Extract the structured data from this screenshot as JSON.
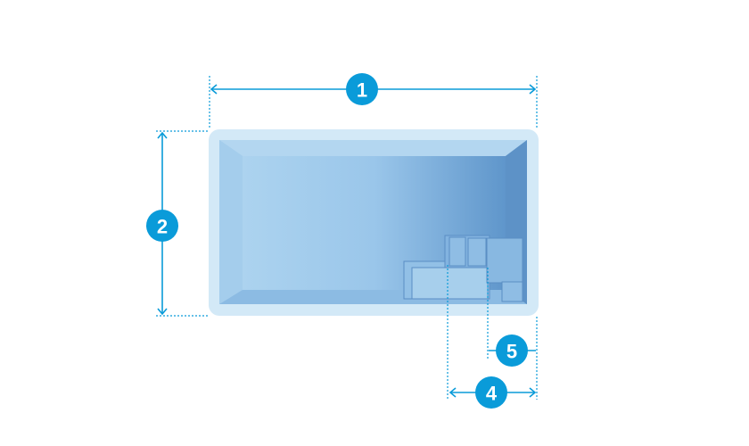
{
  "diagram": {
    "markers": [
      {
        "id": "length",
        "label": "1"
      },
      {
        "id": "width",
        "label": "2"
      },
      {
        "id": "steps-width",
        "label": "4"
      },
      {
        "id": "bench-width",
        "label": "5"
      }
    ],
    "colors": {
      "marker": "#0a9bd9",
      "rim": "#d3e9f7",
      "water_light": "#a9d0ee",
      "water_dark": "#5f97cc"
    }
  }
}
